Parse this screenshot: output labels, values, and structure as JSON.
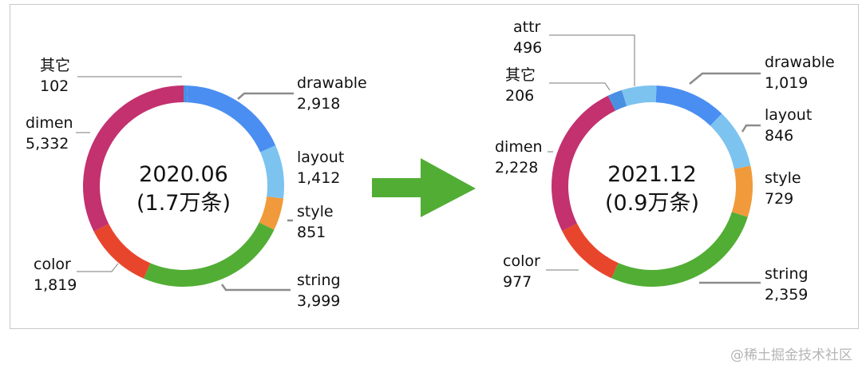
{
  "chart_data": [
    {
      "type": "pie",
      "title": "2020.06",
      "subtitle": "(1.7万条)",
      "categories": [
        "其它",
        "drawable",
        "layout",
        "style",
        "string",
        "color",
        "dimen"
      ],
      "values": [
        102,
        2918,
        1412,
        851,
        3999,
        1819,
        5332
      ],
      "labels": [
        "102",
        "2,918",
        "1,412",
        "851",
        "3,999",
        "1,819",
        "5,332"
      ],
      "colors": [
        "#4a90e2",
        "#4a8ef2",
        "#7cc3f0",
        "#f19a3b",
        "#52ad35",
        "#e8462c",
        "#c3316f"
      ]
    },
    {
      "type": "pie",
      "title": "2021.12",
      "subtitle": "(0.9万条)",
      "categories": [
        "attr",
        "drawable",
        "layout",
        "style",
        "string",
        "color",
        "dimen",
        "其它"
      ],
      "values": [
        496,
        1019,
        846,
        729,
        2359,
        977,
        2228,
        206
      ],
      "labels": [
        "496",
        "1,019",
        "846",
        "729",
        "2,359",
        "977",
        "2,228",
        "206"
      ],
      "colors": [
        "#7cc3f0",
        "#4a8ef2",
        "#7cc3f0",
        "#f19a3b",
        "#52ad35",
        "#e8462c",
        "#c3316f",
        "#4a90e2"
      ]
    }
  ],
  "arrow_color": "#52ad35",
  "watermark": "@稀土掘金技术社区"
}
